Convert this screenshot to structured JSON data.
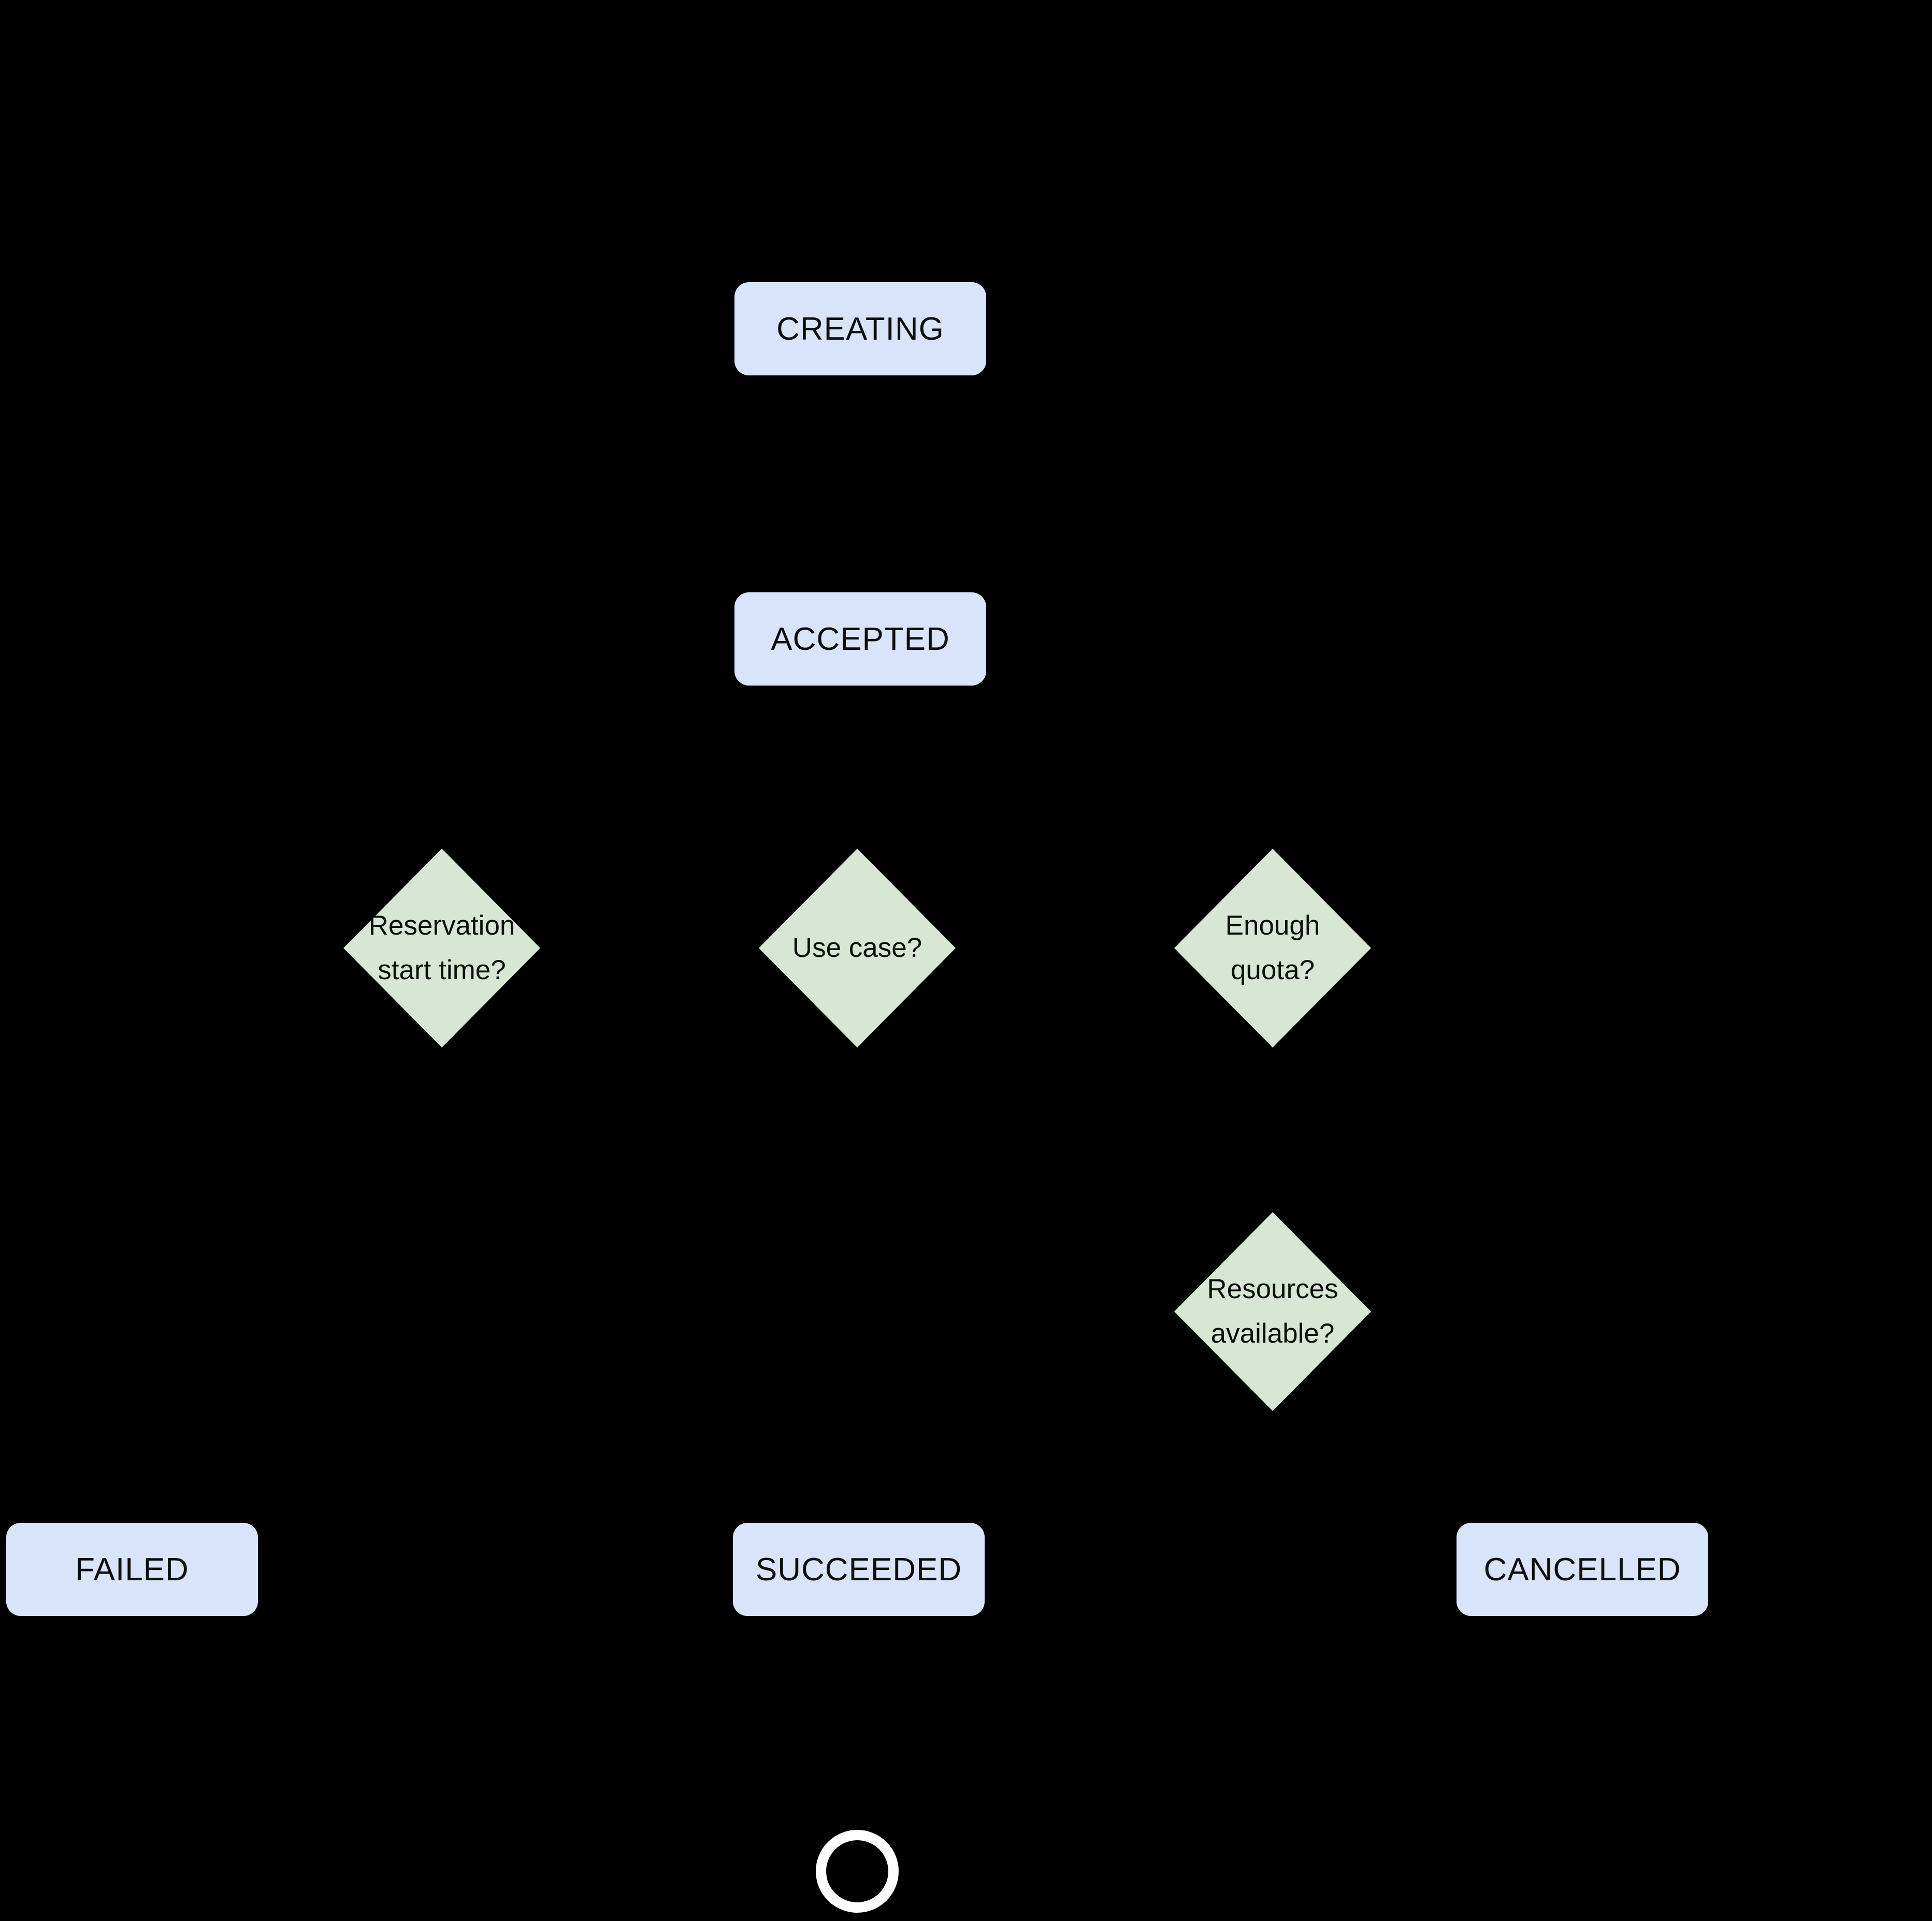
{
  "diagram": {
    "background": "#000000",
    "colors": {
      "state_fill": "#d8e4fa",
      "decision_fill": "#d7e7d3",
      "text": "#0d0d0d",
      "end_circle_stroke": "#ffffff"
    },
    "states": {
      "creating": "CREATING",
      "accepted": "ACCEPTED",
      "failed": "FAILED",
      "succeeded": "SUCCEEDED",
      "cancelled": "CANCELLED"
    },
    "decisions": {
      "reservation_start_time": {
        "line1": "Reservation",
        "line2": "start time?"
      },
      "use_case": {
        "line1": "Use case?"
      },
      "enough_quota": {
        "line1": "Enough",
        "line2": "quota?"
      },
      "resources_available": {
        "line1": "Resources",
        "line2": "available?"
      }
    },
    "end_state_symbol": "terminal-circle"
  }
}
